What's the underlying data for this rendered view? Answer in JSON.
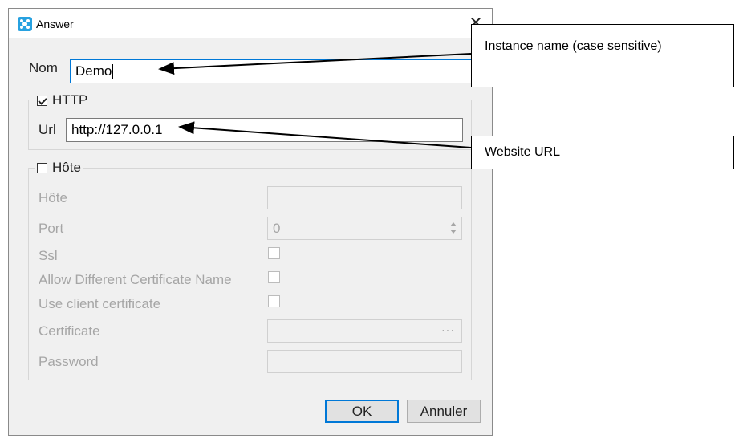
{
  "window": {
    "title": "Answer",
    "close_glyph": "✕",
    "icon": "app-logo-icon"
  },
  "form": {
    "nom_label": "Nom",
    "nom_value": "Demo",
    "http_group": {
      "label": "HTTP",
      "checked": true,
      "url_label": "Url",
      "url_value": "http://127.0.0.1"
    },
    "host_group": {
      "label": "Hôte",
      "checked": false,
      "host_label": "Hôte",
      "host_value": "",
      "port_label": "Port",
      "port_value": "0",
      "ssl_label": "Ssl",
      "allow_label": "Allow Different Certificate Name",
      "client_cert_label": "Use client certificate",
      "certificate_label": "Certificate",
      "certificate_value": "",
      "browse_glyph": "···",
      "password_label": "Password",
      "password_value": ""
    }
  },
  "buttons": {
    "ok": "OK",
    "cancel": "Annuler"
  },
  "annotations": {
    "instance": "Instance name (case sensitive)",
    "website": "Website URL"
  },
  "colors": {
    "accent": "#0078d7",
    "icon": "#27a1e0",
    "disabled_text": "#a6a6a6"
  }
}
